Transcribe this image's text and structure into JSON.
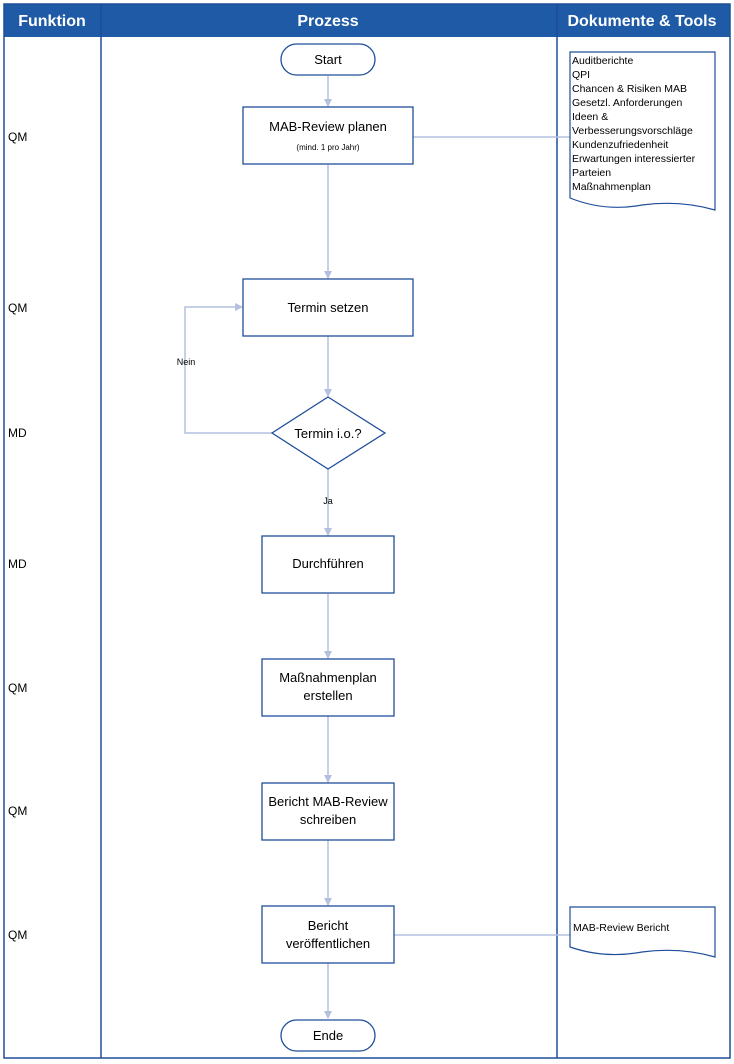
{
  "header": {
    "function_col": "Funktion",
    "process_col": "Prozess",
    "docs_col": "Dokumente & Tools"
  },
  "lanes": [
    {
      "role": "QM"
    },
    {
      "role": "QM"
    },
    {
      "role": "MD"
    },
    {
      "role": "MD"
    },
    {
      "role": "QM"
    },
    {
      "role": "QM"
    },
    {
      "role": "QM"
    }
  ],
  "process": {
    "start": "Start",
    "plan": "MAB-Review planen",
    "plan_note": "(mind. 1 pro Jahr)",
    "set_date": "Termin setzen",
    "decision": "Termin i.o.?",
    "no_label": "Nein",
    "yes_label": "Ja",
    "execute": "Durchführen",
    "measures_line1": "Maßnahmenplan",
    "measures_line2": "erstellen",
    "report_line1": "Bericht MAB-Review",
    "report_line2": "schreiben",
    "publish_line1": "Bericht",
    "publish_line2": "veröffentlichen",
    "end": "Ende"
  },
  "documents": {
    "inputs": [
      "Auditberichte",
      "QPI",
      "Chancen & Risiken MAB",
      "Gesetzl. Anforderungen",
      "Ideen &",
      "Verbesserungsvorschläge",
      "Kundenzufriedenheit",
      "Erwartungen interessierter",
      "Parteien",
      "Maßnahmenplan"
    ],
    "output": "MAB-Review Bericht"
  },
  "colors": {
    "header_bg": "#1f5aa6",
    "border": "#1f4e9a",
    "connector": "#b4c0dd",
    "shape_stroke": "#1f4e9a"
  }
}
